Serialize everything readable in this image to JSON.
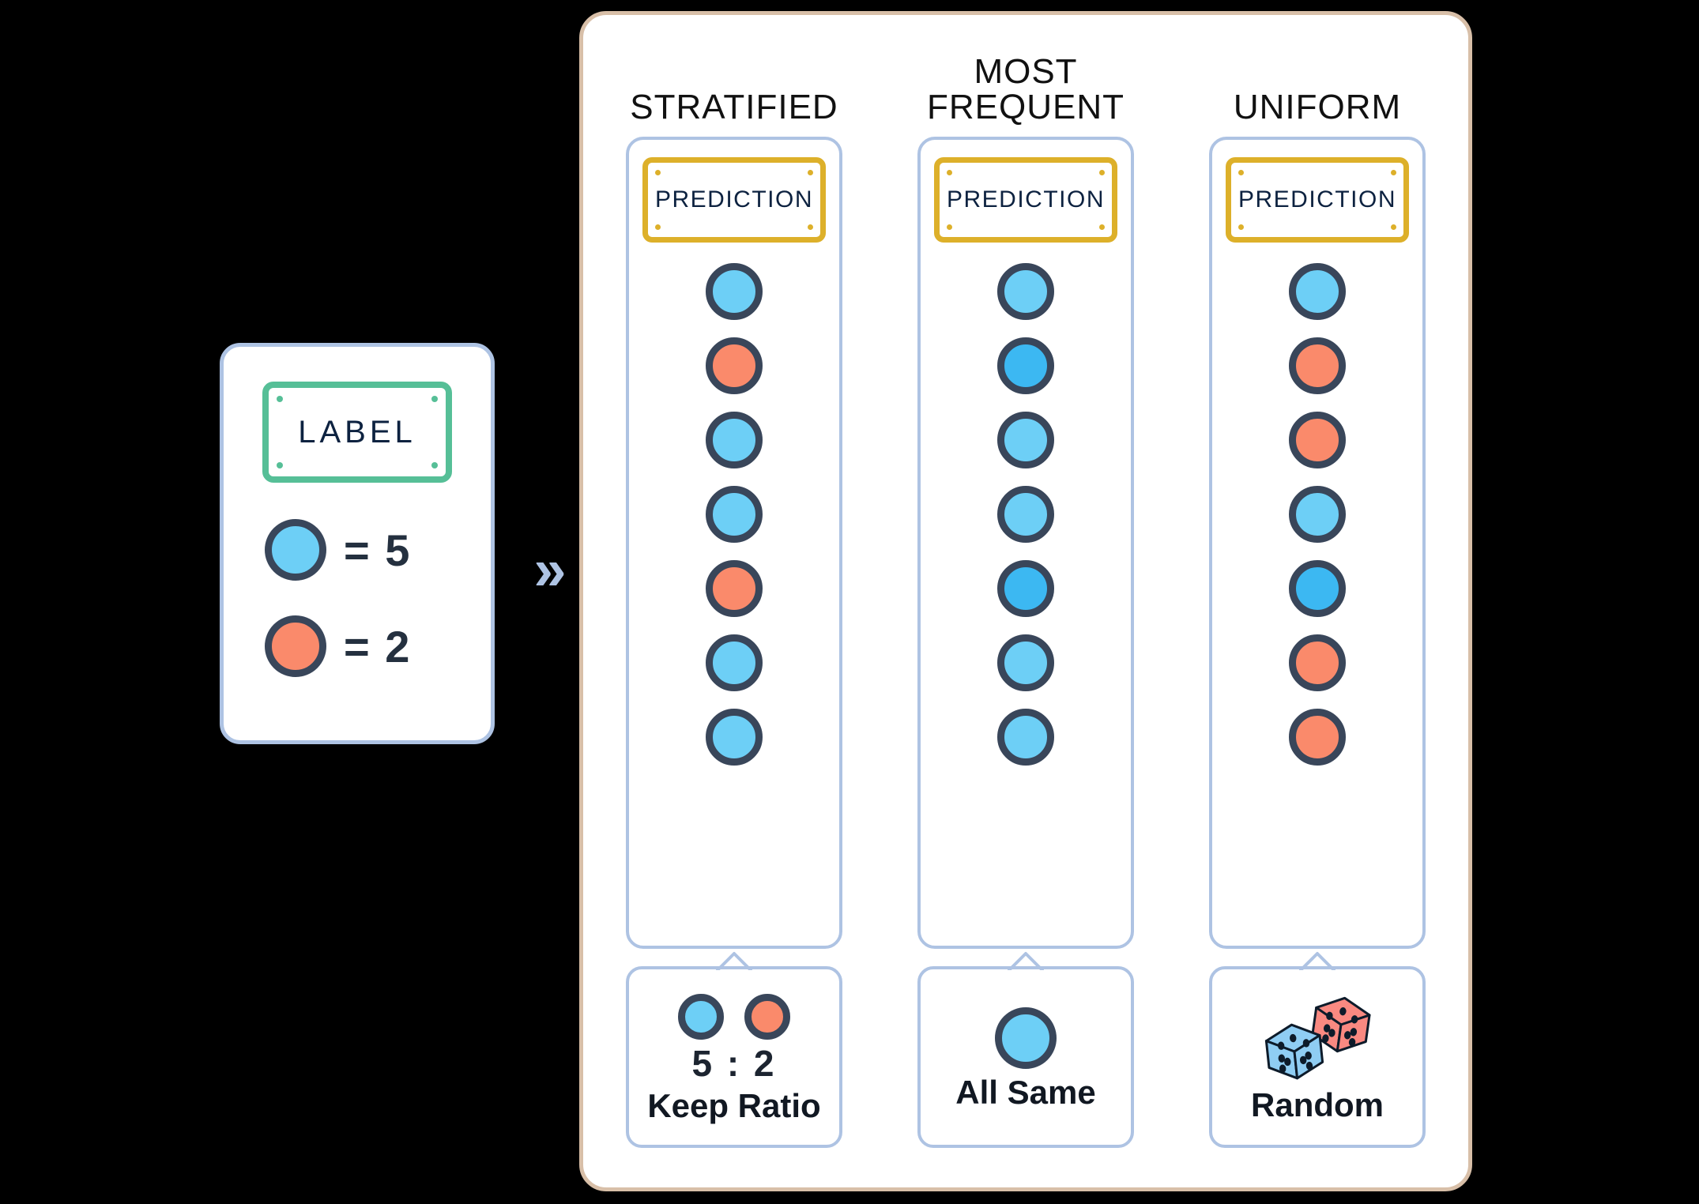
{
  "palette": {
    "blue_light": "#6dcff6",
    "blue_bright": "#3cb8f2",
    "orange": "#fa8a6b",
    "token_outline": "#39465a",
    "card_border": "#aec3e3",
    "panel_border": "#d8bfa8",
    "label_sign_border": "#56bf97",
    "prediction_sign_border": "#ddb02a",
    "text_navy": "#0d2240",
    "text_dark": "#1c2430",
    "dice_blue": "#8fcdf3",
    "dice_red": "#f98981"
  },
  "left_card": {
    "sign_text": "LABEL",
    "legend": [
      {
        "color_key": "blue_light",
        "text": "= 5"
      },
      {
        "color_key": "orange",
        "text": "= 2"
      }
    ]
  },
  "arrow": {
    "glyph": "»"
  },
  "panel": {
    "columns": [
      {
        "title": "STRATIFIED",
        "prediction_label": "PREDICTION",
        "tokens": [
          "blue_light",
          "orange",
          "blue_light",
          "blue_light",
          "orange",
          "blue_light",
          "blue_light"
        ],
        "footer": {
          "tokens": [
            "blue_light",
            "orange"
          ],
          "ratio": "5 : 2",
          "label": "Keep Ratio",
          "icon": "two-circles"
        }
      },
      {
        "title": "MOST\nFREQUENT",
        "prediction_label": "PREDICTION",
        "tokens": [
          "blue_light",
          "blue_bright",
          "blue_light",
          "blue_light",
          "blue_bright",
          "blue_light",
          "blue_light"
        ],
        "footer": {
          "tokens": [
            "blue_light"
          ],
          "ratio": "",
          "label": "All Same",
          "icon": "one-circle"
        }
      },
      {
        "title": "UNIFORM",
        "prediction_label": "PREDICTION",
        "tokens": [
          "blue_light",
          "orange",
          "orange",
          "blue_light",
          "blue_bright",
          "orange",
          "orange"
        ],
        "footer": {
          "tokens": [],
          "ratio": "",
          "label": "Random",
          "icon": "dice-pair"
        }
      }
    ]
  }
}
